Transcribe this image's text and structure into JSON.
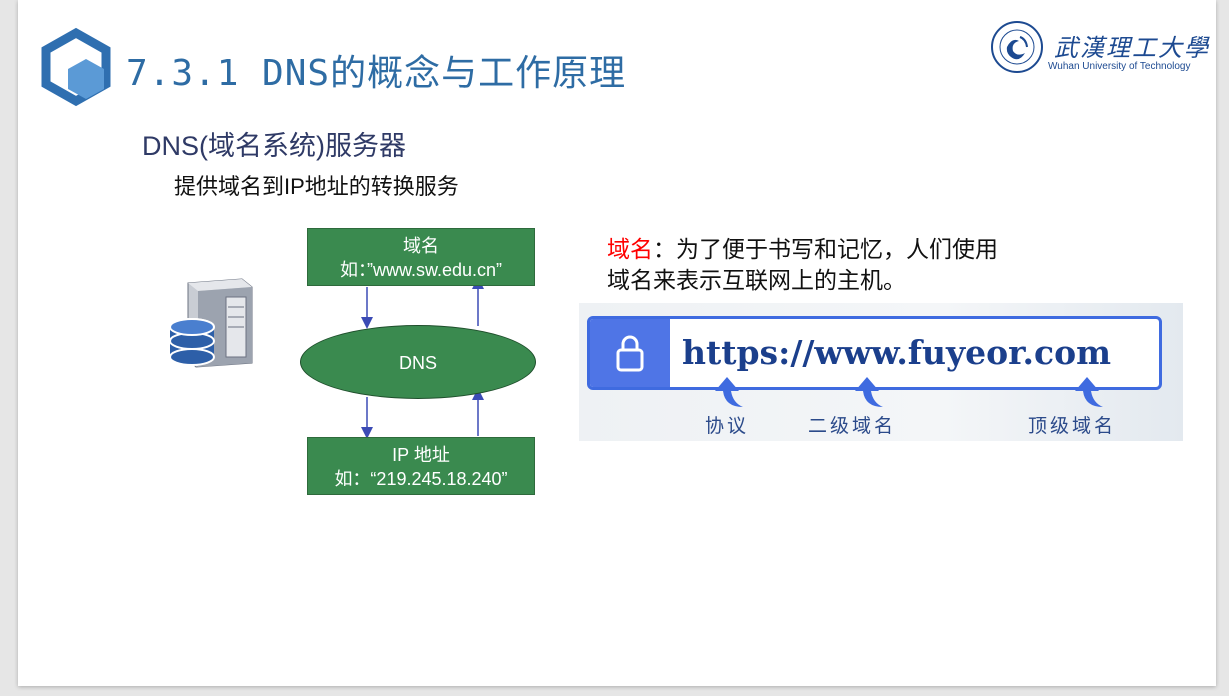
{
  "slide": {
    "title": "7.3.1 DNS的概念与工作原理",
    "university_cn": "武漢理工大學",
    "university_en": "Wuhan University of Technology"
  },
  "content": {
    "heading": "DNS(域名系统)服务器",
    "subheading": "提供域名到IP地址的转换服务"
  },
  "diagram": {
    "top_box": {
      "line1": "域名",
      "line2": "如：”www.sw.edu.cn”"
    },
    "center_label": "DNS",
    "bottom_box": {
      "line1": "IP 地址",
      "line2": "如：“219.245.18.240”"
    },
    "fill_color": "#3a8a4f"
  },
  "definition": {
    "term": "域名",
    "line1_rest": "：为了便于书写和记忆，人们使用",
    "line2": "域名来表示互联网上的主机。"
  },
  "url_example": {
    "url": "https://www.fuyeor.com",
    "labels": [
      "协议",
      "二级域名",
      "顶级域名"
    ],
    "accent_color": "#3f6be0"
  }
}
